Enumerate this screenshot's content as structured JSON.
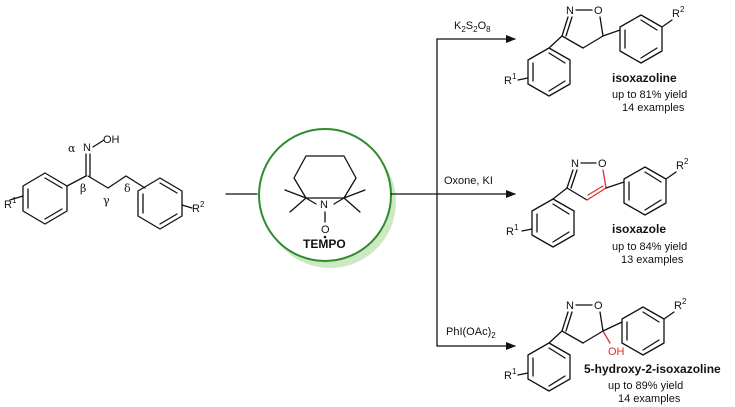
{
  "colors": {
    "accent_ring": "#2e8b2e",
    "ring_shadow": "#bfe3b4",
    "highlight": "#d9312b",
    "ink": "#111111"
  },
  "substrate": {
    "oh": "OH",
    "n": "N",
    "alpha": "α",
    "beta": "β",
    "gamma": "γ",
    "delta": "δ",
    "r1": "R",
    "r1_sup": "1",
    "r2": "R",
    "r2_sup": "2"
  },
  "catalyst": {
    "n": "N",
    "o": "O",
    "label": "TEMPO"
  },
  "routes": [
    {
      "reagent": {
        "parts": [
          "K",
          "2",
          "S",
          "2",
          "O",
          "8"
        ]
      },
      "product": {
        "n": "N",
        "o": "O",
        "oh": "",
        "r1": "R",
        "r1_sup": "1",
        "r2": "R",
        "r2_sup": "2",
        "name": "isoxazoline",
        "yield": "up to 81% yield",
        "examples": "14 examples"
      }
    },
    {
      "reagent": {
        "text": "Oxone, KI"
      },
      "product": {
        "n": "N",
        "o": "O",
        "oh": "",
        "r1": "R",
        "r1_sup": "1",
        "r2": "R",
        "r2_sup": "2",
        "name": "isoxazole",
        "yield": "up to 84% yield",
        "examples": "13 examples"
      }
    },
    {
      "reagent": {
        "main": "PhI(OAc)",
        "sub": "2"
      },
      "product": {
        "n": "N",
        "o": "O",
        "oh": "OH",
        "r1": "R",
        "r1_sup": "1",
        "r2": "R",
        "r2_sup": "2",
        "name": "5-hydroxy-2-isoxazoline",
        "yield": "up to 89% yield",
        "examples": "14 examples"
      }
    }
  ]
}
